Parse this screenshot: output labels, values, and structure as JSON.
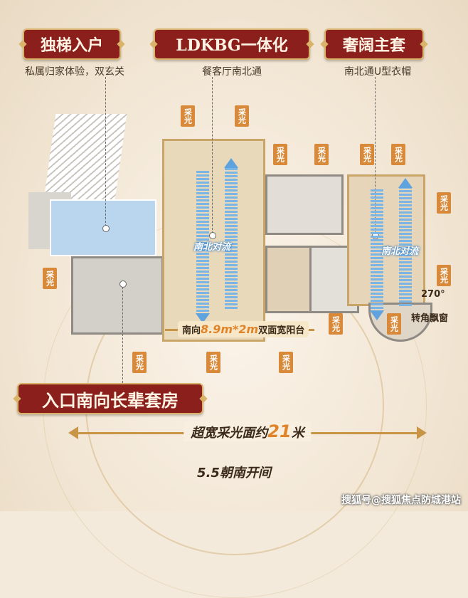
{
  "banners": {
    "b1": {
      "title": "独梯入户",
      "sub": "私属归家体验，双玄关"
    },
    "b2": {
      "title": "LDKBG一体化",
      "sub": "餐客厅南北通"
    },
    "b3": {
      "title": "奢阔主套",
      "sub": "南北通U型衣帽"
    },
    "b4": {
      "title": "入口南向长辈套房"
    }
  },
  "light_label": "采光",
  "flow_label": "南北对流",
  "balcony": {
    "prefix": "南向",
    "value": "8.9m*2m",
    "suffix": "双面宽阳台"
  },
  "bay_window": {
    "angle": "270°",
    "label": "转角飘窗"
  },
  "width": {
    "prefix": "超宽采光面约",
    "value": "21",
    "suffix": "米"
  },
  "south_bays": "5.5朝南开间",
  "watermark": "搜狐号@搜狐焦点防城港站",
  "colors": {
    "banner": "#8b1f1c",
    "gold": "#d9b36a",
    "light": "#d88a3a",
    "flow": "#5fa3de"
  }
}
